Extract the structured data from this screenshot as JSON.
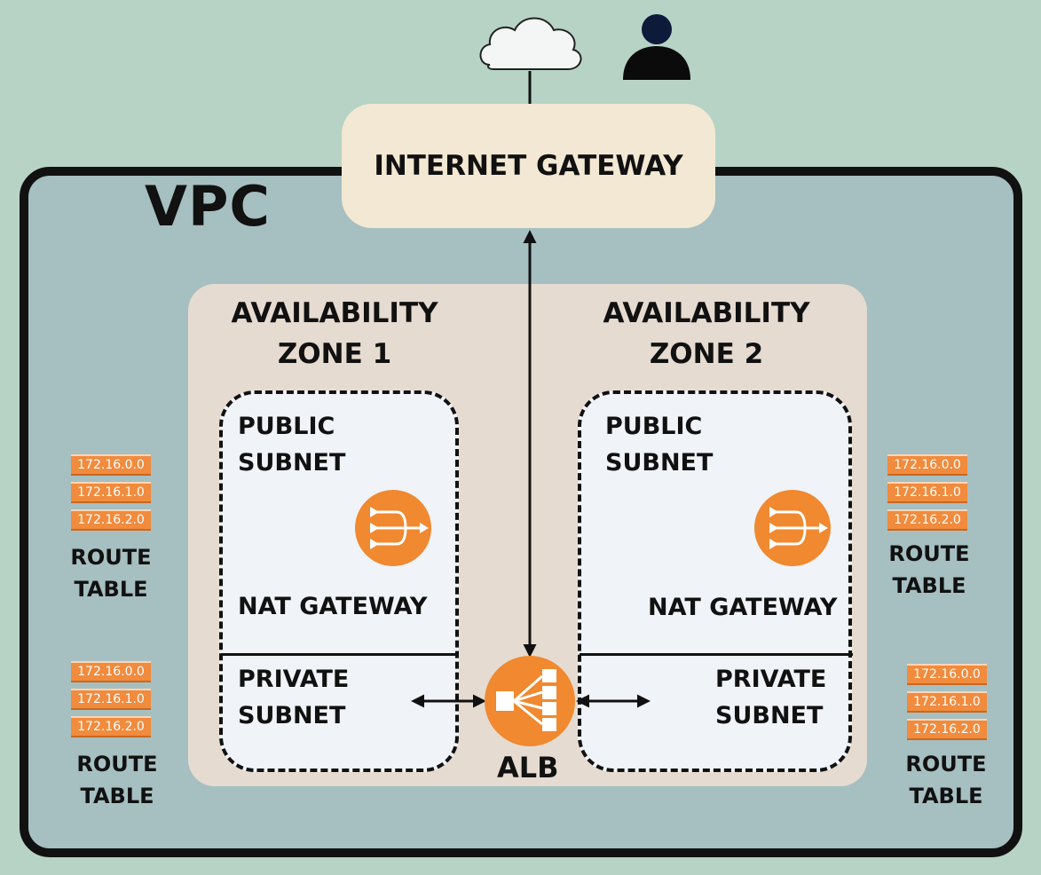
{
  "vpc": {
    "label": "VPC"
  },
  "internet_gateway": {
    "label": "INTERNET GATEWAY"
  },
  "zones": [
    {
      "title_line1": "AVAILABILITY",
      "title_line2": "ZONE 1",
      "public_line1": "PUBLIC",
      "public_line2": "SUBNET",
      "nat_label": "NAT GATEWAY",
      "private_line1": "PRIVATE",
      "private_line2": "SUBNET"
    },
    {
      "title_line1": "AVAILABILITY",
      "title_line2": "ZONE 2",
      "public_line1": "PUBLIC",
      "public_line2": "SUBNET",
      "nat_label": "NAT GATEWAY",
      "private_line1": "PRIVATE",
      "private_line2": "SUBNET"
    }
  ],
  "alb": {
    "label": "ALB"
  },
  "route_tables": [
    {
      "entries": [
        "172.16.0.0",
        "172.16.1.0",
        "172.16.2.0"
      ],
      "line1": "ROUTE",
      "line2": "TABLE"
    },
    {
      "entries": [
        "172.16.0.0",
        "172.16.1.0",
        "172.16.2.0"
      ],
      "line1": "ROUTE",
      "line2": "TABLE"
    },
    {
      "entries": [
        "172.16.0.0",
        "172.16.1.0",
        "172.16.2.0"
      ],
      "line1": "ROUTE",
      "line2": "TABLE"
    },
    {
      "entries": [
        "172.16.0.0",
        "172.16.1.0",
        "172.16.2.0"
      ],
      "line1": "ROUTE",
      "line2": "TABLE"
    }
  ],
  "icons": {
    "cloud": "cloud-icon",
    "user": "user-icon",
    "nat": "nat-gateway-icon",
    "alb": "load-balancer-icon"
  },
  "colors": {
    "background": "#b7d3c6",
    "vpc_fill": "#a6bfc1",
    "gateway_fill": "#f3e8d3",
    "zone_panel": "#e6dbd0",
    "aws_orange": "#f0892f"
  }
}
